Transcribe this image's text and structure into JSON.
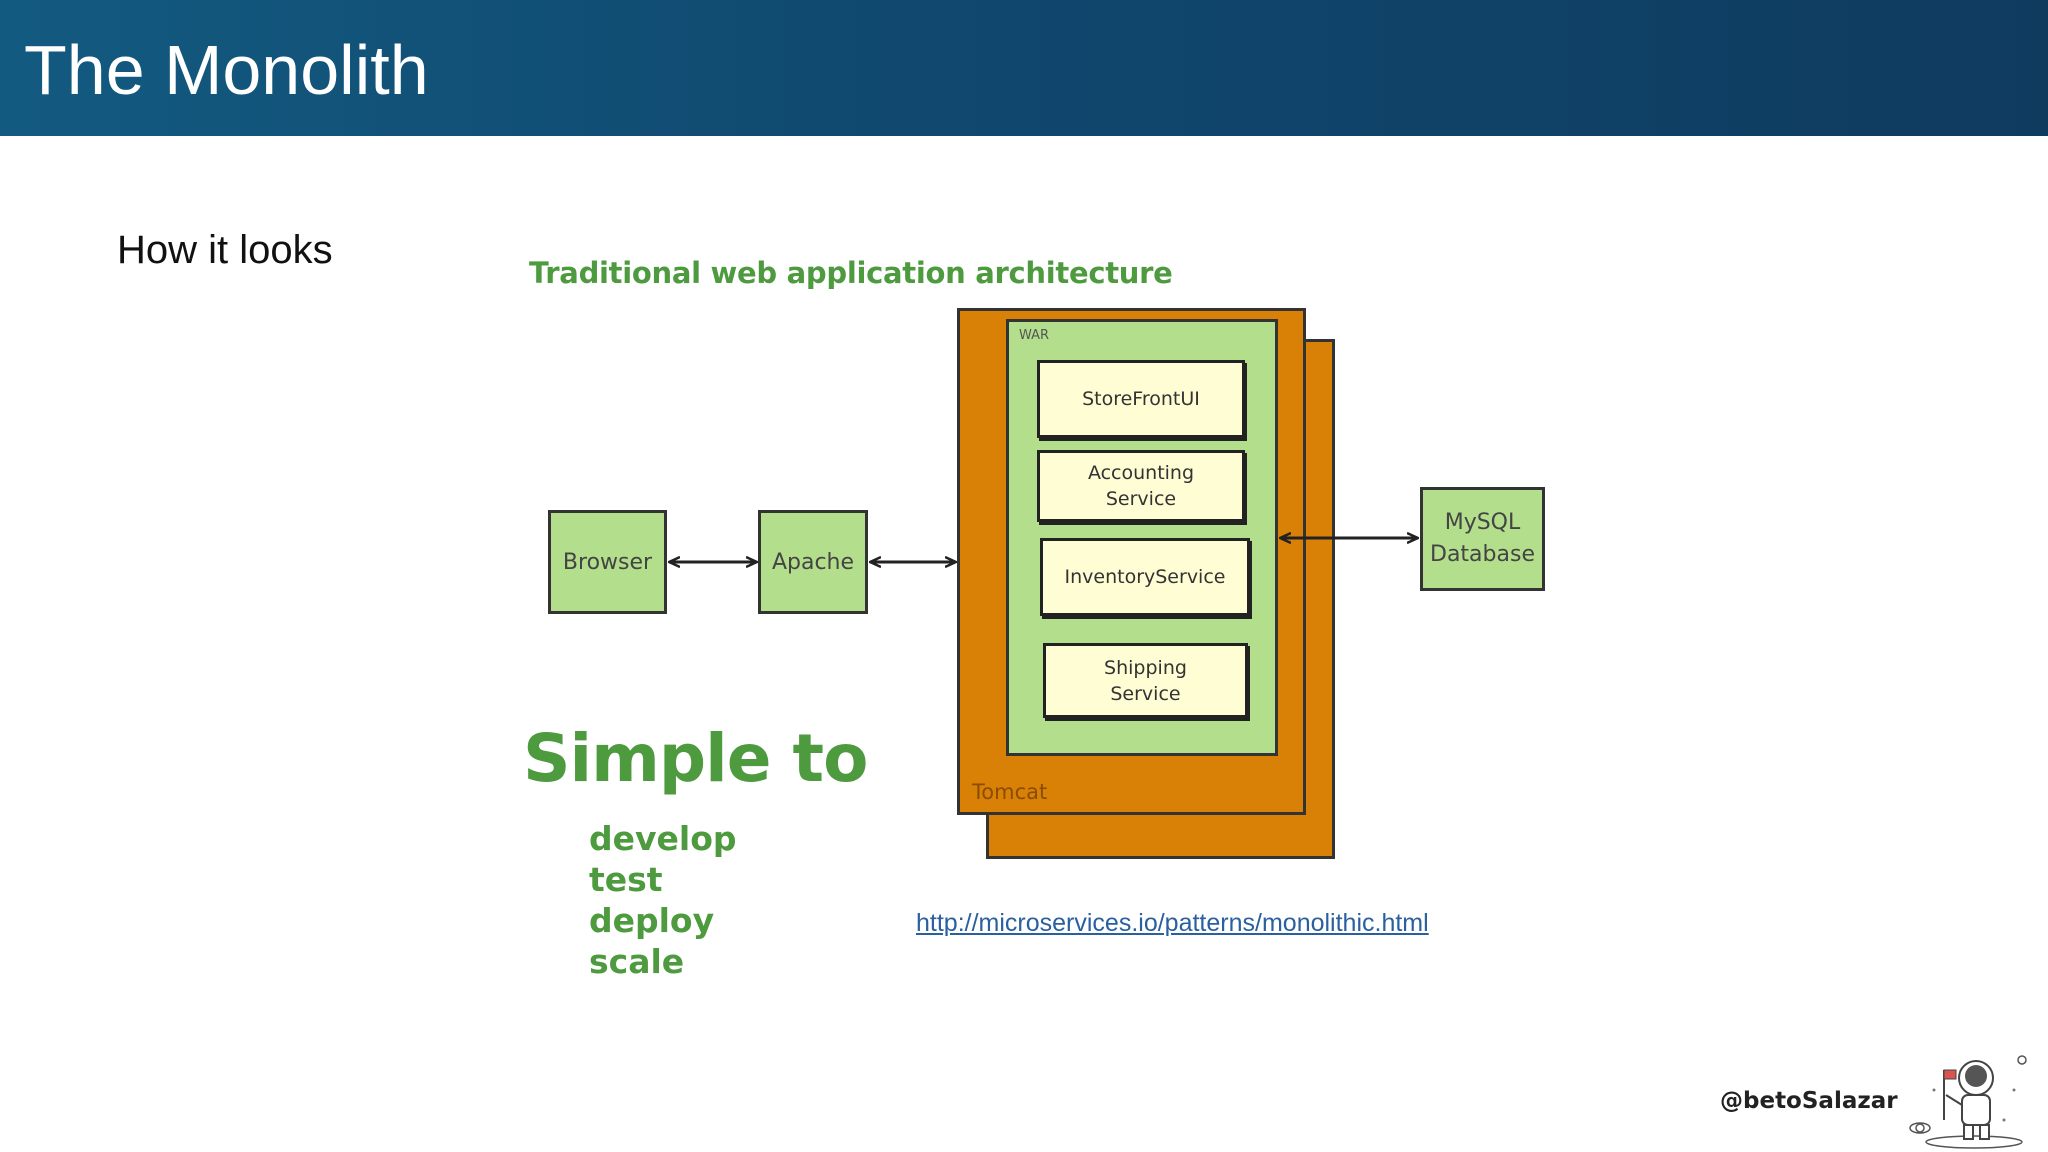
{
  "header": {
    "title": "The Monolith"
  },
  "subtitle": "How it looks",
  "diagram": {
    "title": "Traditional web application architecture",
    "browser": "Browser",
    "apache": "Apache",
    "tomcat": "Tomcat",
    "war": "WAR",
    "services": {
      "storefront": "StoreFrontUI",
      "accounting_line1": "Accounting",
      "accounting_line2": "Service",
      "inventory": "InventoryService",
      "shipping_line1": "Shipping",
      "shipping_line2": "Service"
    },
    "mysql_line1": "MySQL",
    "mysql_line2": "Database"
  },
  "simple": {
    "title": "Simple to",
    "items": [
      "develop",
      "test",
      "deploy",
      "scale"
    ]
  },
  "link": "http://microservices.io/patterns/monolithic.html",
  "footer": {
    "handle": "@betoSalazar"
  },
  "colors": {
    "header_bg": "#10486f",
    "green": "#4e9a3e",
    "box_green": "#b3df8c",
    "tomcat_orange": "#d88106",
    "service_yellow": "#fffdd4",
    "link": "#2a5fa0"
  }
}
